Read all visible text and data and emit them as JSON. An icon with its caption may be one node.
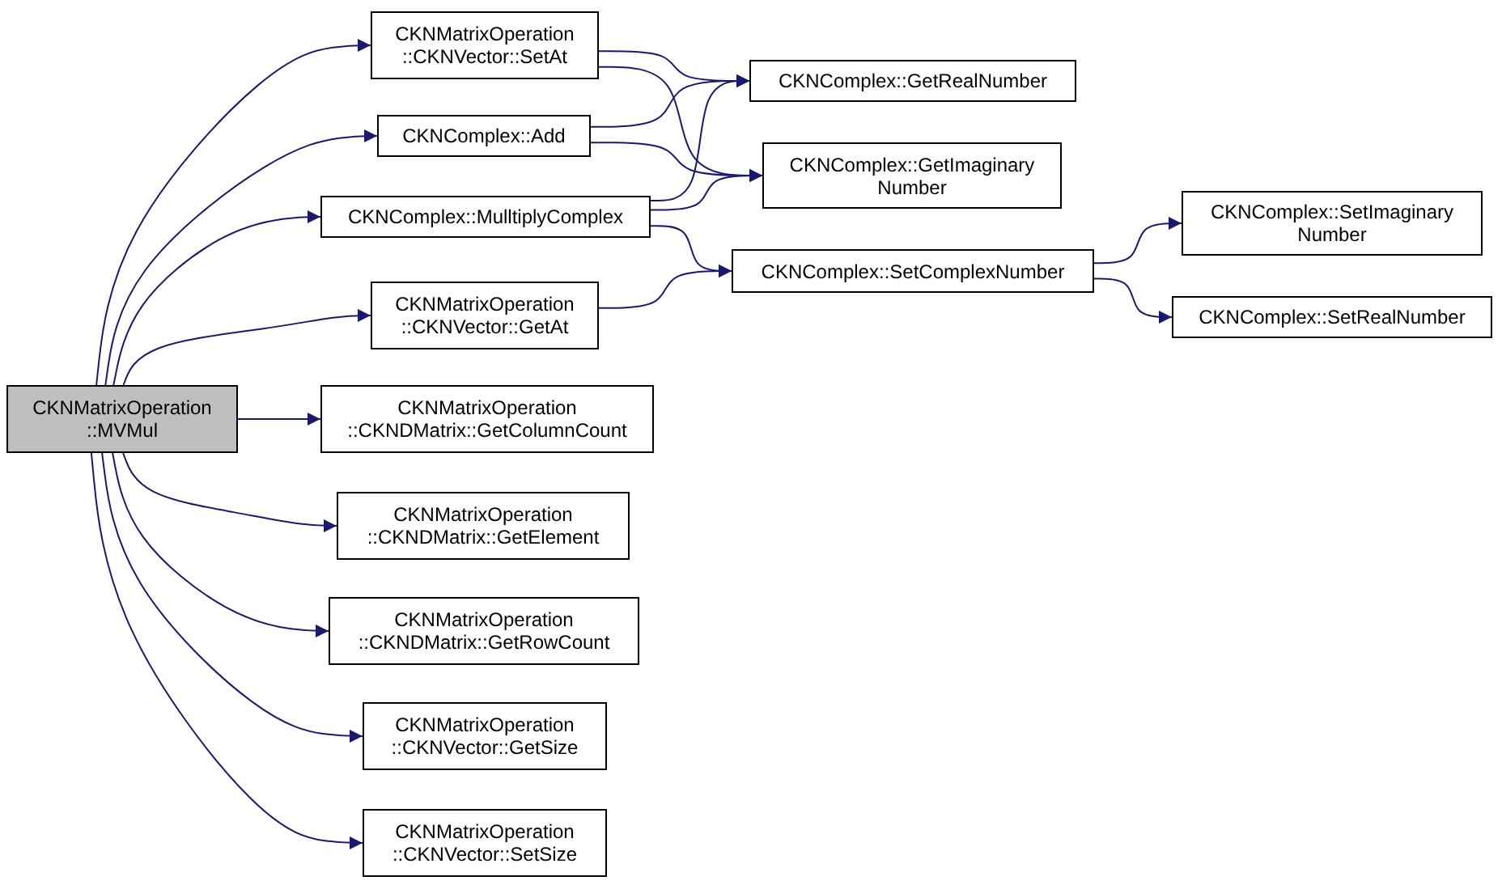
{
  "diagram": {
    "nodes": [
      {
        "text": [
          "CKNMatrixOperation ::MVMul"
        ]
      },
      {
        "text": [
          "CKNMatrixOperation ::CKNVector::SetAt"
        ]
      },
      {
        "text": [
          "CKNComplex::Add"
        ]
      },
      {
        "text": [
          "CKNComplex::MulltiplyComplex"
        ]
      },
      {
        "text": [
          "CKNMatrixOperation ::CKNVector::GetAt"
        ]
      },
      {
        "text": [
          "CKNMatrixOperation ::CKNDMatrix::GetColumnCount"
        ]
      },
      {
        "text": [
          "CKNMatrixOperation ::CKNDMatrix::GetElement"
        ]
      },
      {
        "text": [
          "CKNMatrixOperation ::CKNDMatrix::GetRowCount"
        ]
      },
      {
        "text": [
          "CKNMatrixOperation ::CKNVector::GetSize"
        ]
      },
      {
        "text": [
          "CKNMatrixOperation ::CKNVector::SetSize"
        ]
      },
      {
        "text": [
          "CKNComplex::GetRealNumber"
        ]
      },
      {
        "text": [
          "CKNComplex::GetImaginary Number"
        ]
      },
      {
        "text": [
          "CKNComplex::SetComplexNumber"
        ]
      },
      {
        "text": [
          "CKNComplex::SetImaginary Number"
        ]
      },
      {
        "text": [
          "CKNComplex::SetRealNumber"
        ]
      }
    ],
    "edges": [
      {
        "from": 0,
        "to": 1,
        "arrow": "to"
      },
      {
        "from": 0,
        "to": 2,
        "arrow": "to"
      },
      {
        "from": 0,
        "to": 3,
        "arrow": "to"
      },
      {
        "from": 0,
        "to": 4,
        "arrow": "to"
      },
      {
        "from": 0,
        "to": 5,
        "arrow": "to"
      },
      {
        "from": 0,
        "to": 6,
        "arrow": "to"
      },
      {
        "from": 0,
        "to": 7,
        "arrow": "to"
      },
      {
        "from": 0,
        "to": 8,
        "arrow": "to"
      },
      {
        "from": 0,
        "to": 9,
        "arrow": "to"
      },
      {
        "from": 1,
        "to": 10,
        "arrow": "to"
      },
      {
        "from": 1,
        "to": 11,
        "arrow": "to"
      },
      {
        "from": 2,
        "to": 10,
        "arrow": "to"
      },
      {
        "from": 2,
        "to": 11,
        "arrow": "to"
      },
      {
        "from": 3,
        "to": 10,
        "arrow": "to"
      },
      {
        "from": 3,
        "to": 11,
        "arrow": "to"
      },
      {
        "from": 3,
        "to": 12,
        "arrow": "to"
      },
      {
        "from": 4,
        "to": 12,
        "arrow": "to"
      },
      {
        "from": 12,
        "to": 13,
        "arrow": "to"
      },
      {
        "from": 12,
        "to": 14,
        "arrow": "to"
      }
    ]
  }
}
